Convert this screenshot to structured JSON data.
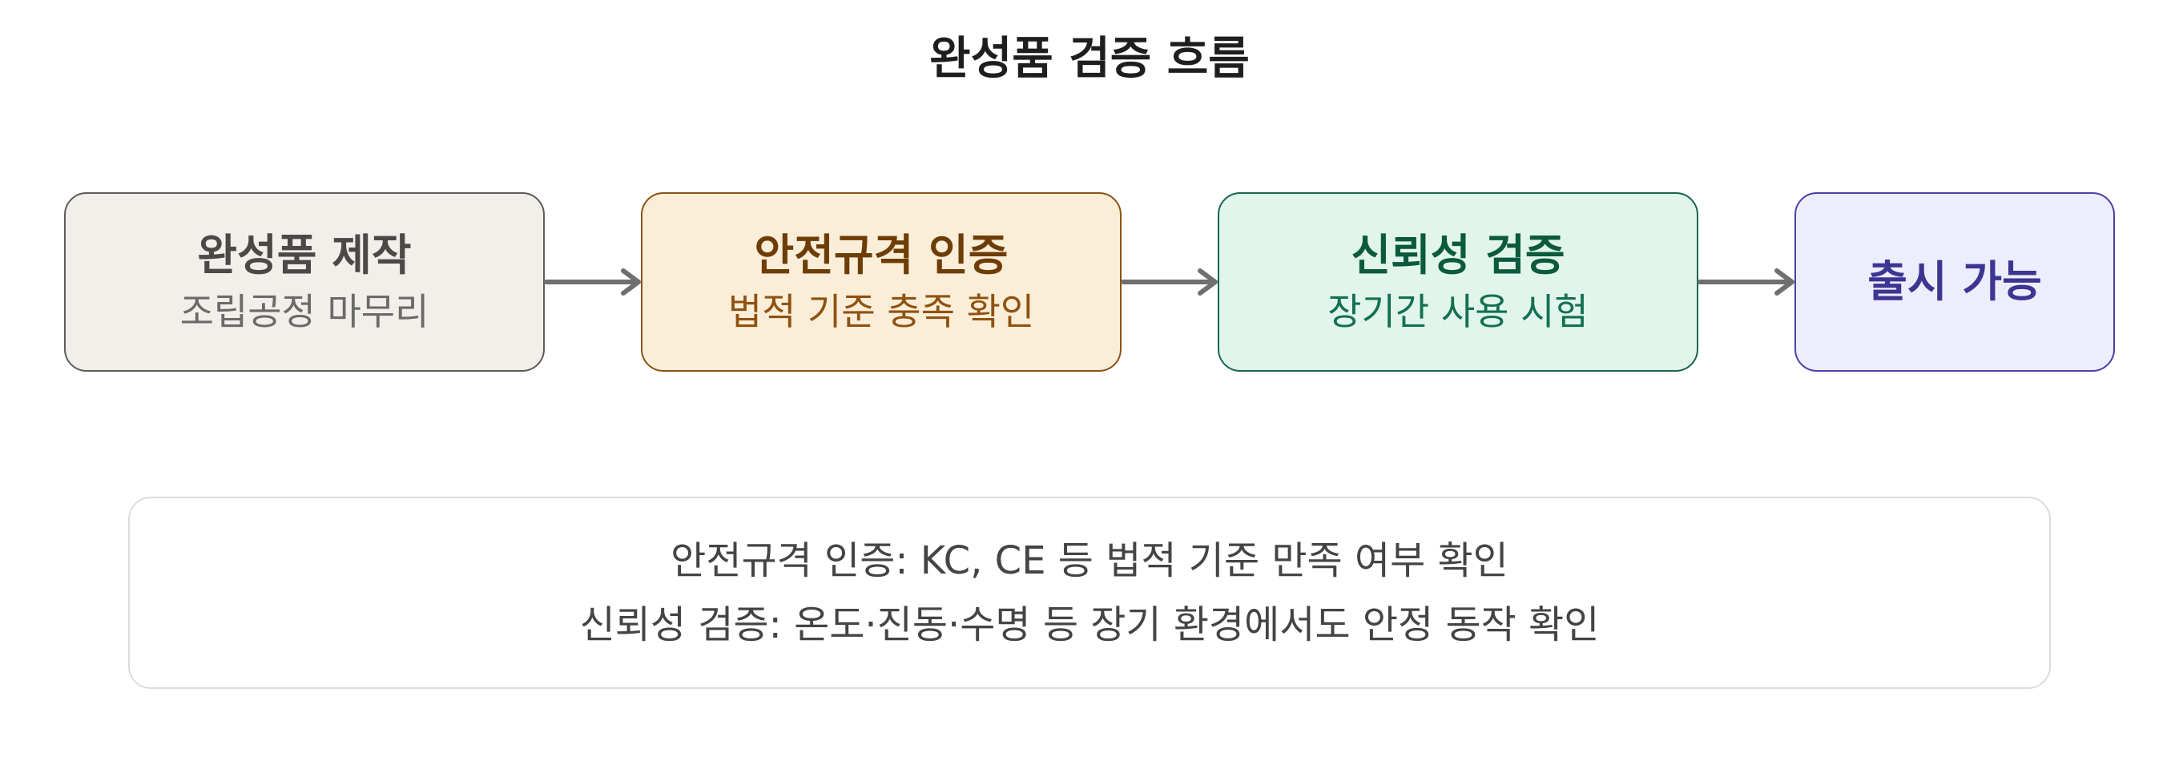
{
  "title": "완성품 검증 흐름",
  "steps": [
    {
      "title": "완성품 제작",
      "subtitle": "조립공정 마무리"
    },
    {
      "title": "안전규격 인증",
      "subtitle": "법적 기준 충족 확인"
    },
    {
      "title": "신뢰성 검증",
      "subtitle": "장기간 사용 시험"
    },
    {
      "title": "출시 가능"
    }
  ],
  "notes": [
    "안전규격 인증: KC, CE 등 법적 기준 만족 여부 확인",
    "신뢰성 검증: 온도·진동·수명 등 장기 환경에서도 안정 동작 확인"
  ],
  "colors": {
    "step1_fill": "#f1efe9",
    "step2_fill": "#faeed9",
    "step3_fill": "#e1f5ec",
    "step4_fill": "#eeedfd",
    "arrow": "#6f6f6f"
  }
}
